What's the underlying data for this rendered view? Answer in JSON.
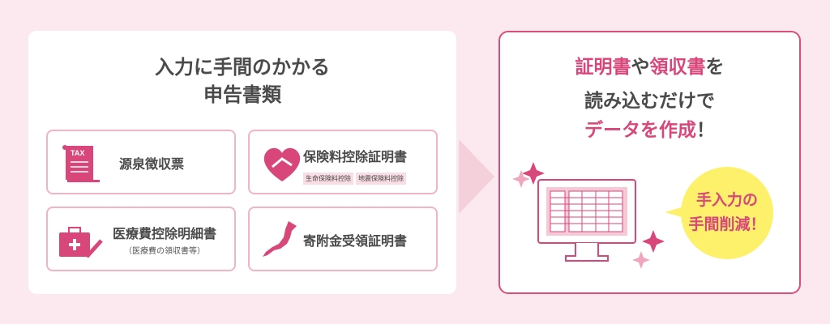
{
  "left": {
    "title_line1": "入力に手間のかかる",
    "title_line2": "申告書類",
    "cards": [
      {
        "label": "源泉徴収票",
        "icon_text": "TAX"
      },
      {
        "label": "保険料控除証明書",
        "tags": [
          "生命保険料控除",
          "地震保険料控除"
        ]
      },
      {
        "label": "医療費控除明細書",
        "sub": "（医療費の領収書等）"
      },
      {
        "label": "寄附金受領証明書"
      }
    ]
  },
  "right": {
    "line1_a": "証明書",
    "line1_b": "や",
    "line1_c": "領収書",
    "line1_d": "を",
    "line2": "読み込むだけで",
    "line3_a": "データを作成",
    "line3_b": "！",
    "bubble_line1": "手入力の",
    "bubble_line2": "手間削減！"
  },
  "colors": {
    "accent": "#d9467a",
    "bg": "#fbe9ef",
    "bubble": "#fdf16c"
  }
}
